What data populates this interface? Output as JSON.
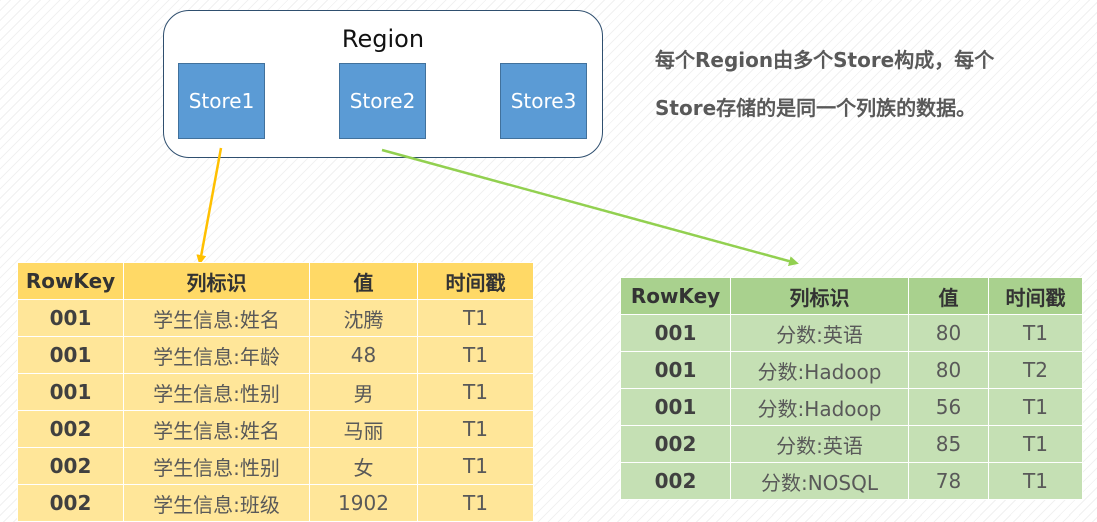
{
  "region": {
    "title": "Region",
    "stores": [
      "Store1",
      "Store2",
      "Store3"
    ]
  },
  "note": {
    "line1": "每个Region由多个Store构成，每个",
    "line2": "Store存储的是同一个列族的数据。"
  },
  "colors": {
    "store_fill": "#5b9bd5",
    "arrow_store1": "#ffc000",
    "arrow_store2": "#92d050",
    "table1_header": "#ffd966",
    "table1_cell": "#ffe699",
    "table2_header": "#a9d18e",
    "table2_cell": "#c5e0b4"
  },
  "table1": {
    "headers": [
      "RowKey",
      "列标识",
      "值",
      "时间戳"
    ],
    "rows": [
      [
        "001",
        "学生信息:姓名",
        "沈腾",
        "T1"
      ],
      [
        "001",
        "学生信息:年龄",
        "48",
        "T1"
      ],
      [
        "001",
        "学生信息:性别",
        "男",
        "T1"
      ],
      [
        "002",
        "学生信息:姓名",
        "马丽",
        "T1"
      ],
      [
        "002",
        "学生信息:性别",
        "女",
        "T1"
      ],
      [
        "002",
        "学生信息:班级",
        "1902",
        "T1"
      ]
    ]
  },
  "table2": {
    "headers": [
      "RowKey",
      "列标识",
      "值",
      "时间戳"
    ],
    "rows": [
      [
        "001",
        "分数:英语",
        "80",
        "T1"
      ],
      [
        "001",
        "分数:Hadoop",
        "80",
        "T2"
      ],
      [
        "001",
        "分数:Hadoop",
        "56",
        "T1"
      ],
      [
        "002",
        "分数:英语",
        "85",
        "T1"
      ],
      [
        "002",
        "分数:NOSQL",
        "78",
        "T1"
      ]
    ]
  }
}
